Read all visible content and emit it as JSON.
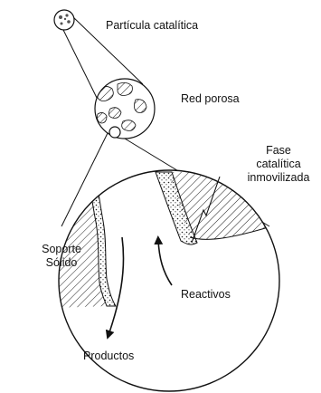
{
  "labels": {
    "particle": "Partícula catalítica",
    "network": "Red porosa",
    "phase_line1": "Fase",
    "phase_line2": "catalítica",
    "phase_line3": "inmovilizada",
    "support_line1": "Soporte",
    "support_line2": "Sólido",
    "reactants": "Reactivos",
    "products": "Productos"
  }
}
